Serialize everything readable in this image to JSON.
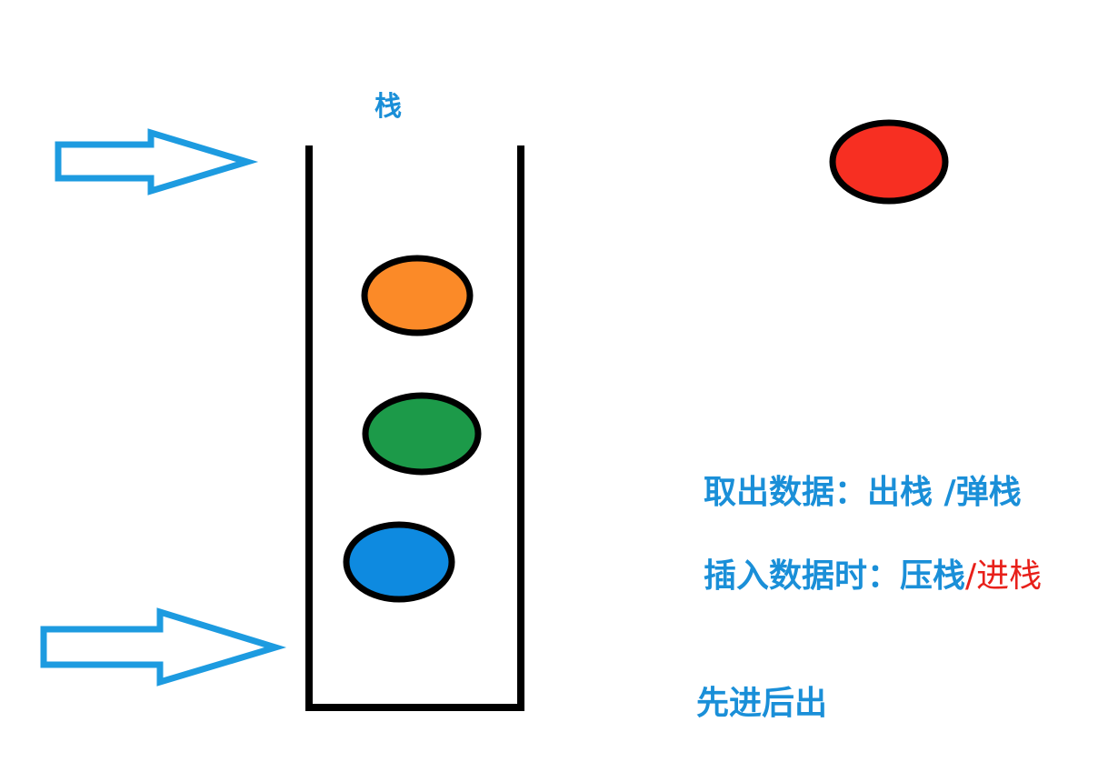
{
  "colors": {
    "text_blue": "#1a8fd8",
    "text_red": "#e8201a",
    "arrow_blue": "#1d9be0",
    "container_black": "#000000",
    "ball_outline": "#000000"
  },
  "stack": {
    "title": "栈"
  },
  "balls": [
    {
      "name": "orange-ball",
      "color": "#fb8a28",
      "location": "inside-stack-top"
    },
    {
      "name": "green-ball",
      "color": "#1c9a49",
      "location": "inside-stack-middle"
    },
    {
      "name": "blue-ball",
      "color": "#0e8ae0",
      "location": "inside-stack-bottom"
    },
    {
      "name": "red-ball",
      "color": "#f72f22",
      "location": "outside-stack"
    }
  ],
  "arrows": [
    {
      "name": "top-arrow",
      "icon": "arrow-right-icon",
      "points_to": "stack-opening"
    },
    {
      "name": "bottom-arrow",
      "icon": "arrow-right-icon",
      "points_to": "stack-bottom"
    }
  ],
  "annotations": {
    "pop_prefix": "取出数据：出栈 /弹栈",
    "push_prefix": "插入数据时：压栈",
    "push_red_suffix": "/进栈",
    "lifo": "先进后出"
  }
}
